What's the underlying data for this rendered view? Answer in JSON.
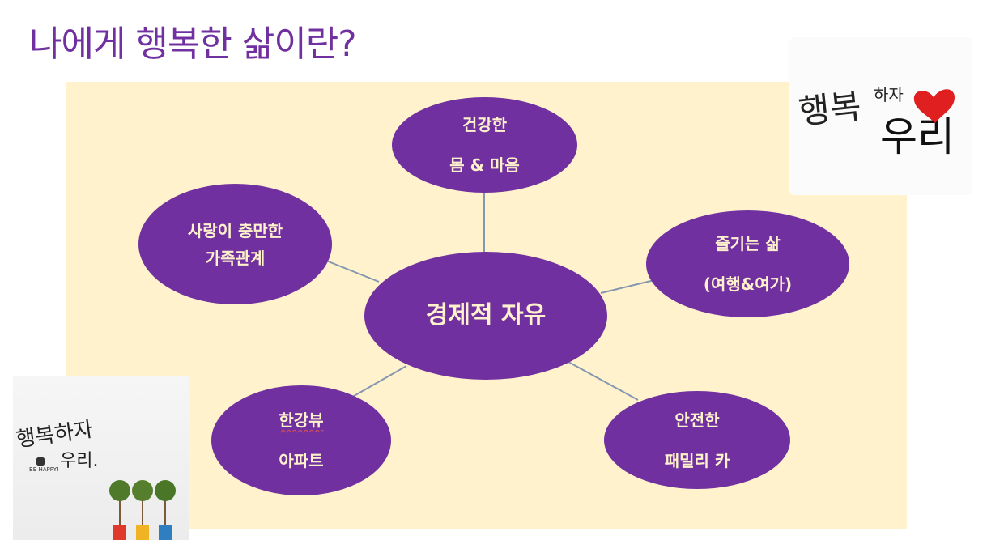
{
  "title": "나에게 행복한 삶이란?",
  "center": {
    "line1": "경제적 자유"
  },
  "nodes": {
    "health": {
      "line1": "건강한",
      "line2": "몸 & 마음"
    },
    "fun": {
      "line1": "즐기는 삶",
      "line2": "(여행&여가)"
    },
    "car": {
      "line1": "안전한",
      "line2": "패밀리 카"
    },
    "apartment": {
      "line1": "한강뷰",
      "line2": "아파트"
    },
    "family": {
      "line1": "사랑이 충만한",
      "line2": "가족관계"
    }
  },
  "logo": {
    "text_top": "행복",
    "text_small": "하자",
    "text_bottom": "우리"
  },
  "wall_art": {
    "text_main": "행복하자",
    "text_sub": "우리.",
    "text_tiny": "BE HAPPY!"
  },
  "colors": {
    "title": "#7030a0",
    "node_fill": "#7030a0",
    "node_text": "#fff2cc",
    "panel": "#fff2cc",
    "connector": "#8497b0",
    "heart": "#e02020"
  }
}
